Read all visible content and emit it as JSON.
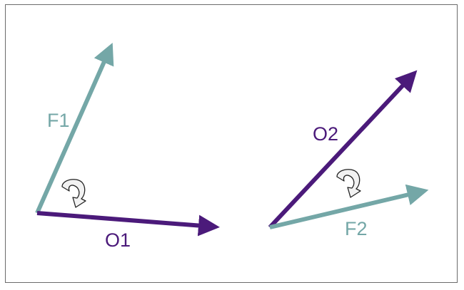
{
  "colors": {
    "teal": "#74a7a7",
    "purple": "#4b1a7a",
    "rotation_fill": "#f2f2f2",
    "rotation_stroke": "#222222",
    "frame": "#6b6b6b"
  },
  "groups": [
    {
      "vectors": [
        {
          "label": "F1",
          "color_key": "teal"
        },
        {
          "label": "O1",
          "color_key": "purple"
        }
      ],
      "rotation_icon": "curved-arrow-icon"
    },
    {
      "vectors": [
        {
          "label": "O2",
          "color_key": "purple"
        },
        {
          "label": "F2",
          "color_key": "teal"
        }
      ],
      "rotation_icon": "curved-arrow-icon"
    }
  ]
}
